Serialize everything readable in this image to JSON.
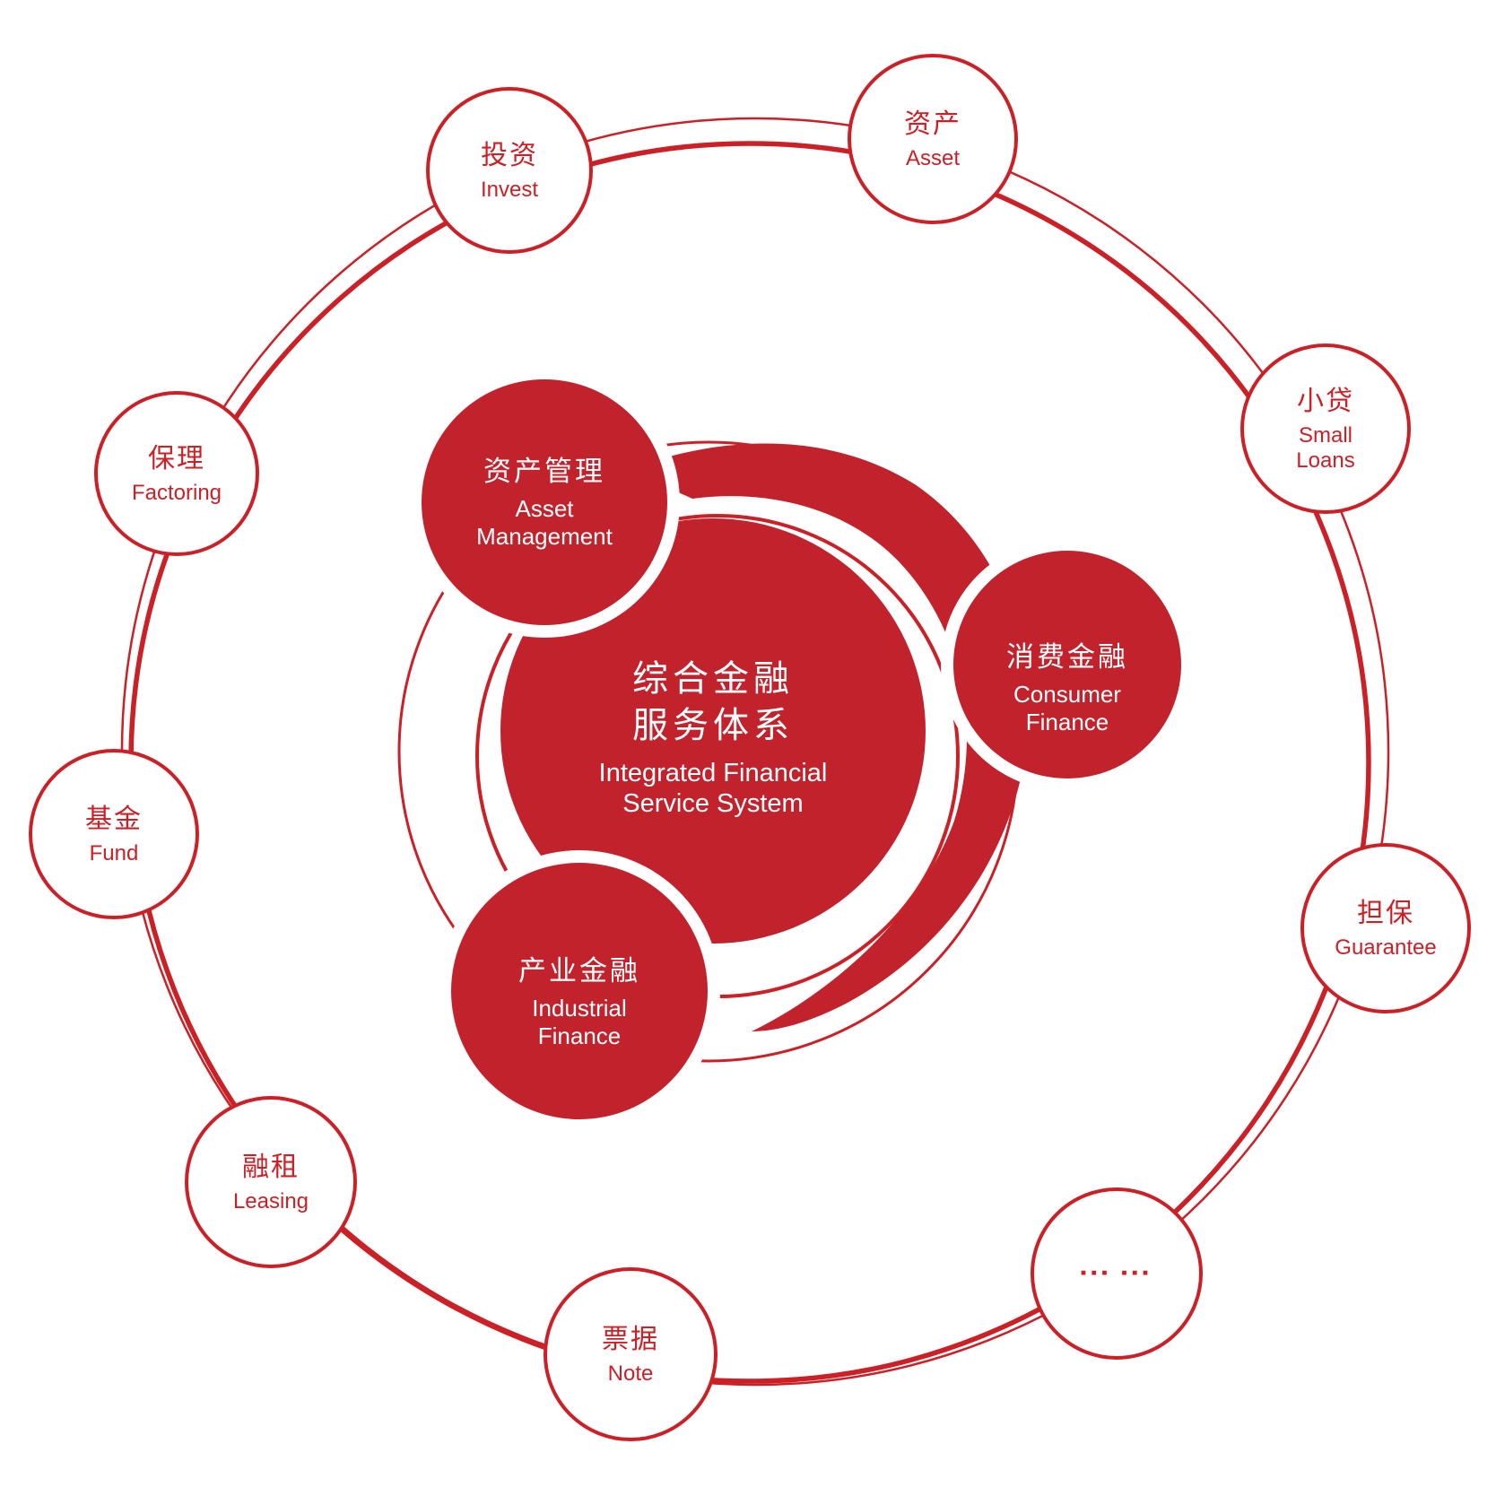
{
  "colors": {
    "fill_red": "#C2222B",
    "line_red": "#CC2027",
    "background": "#FFFFFF",
    "text_on_red": "#FFFFFF"
  },
  "center": {
    "title_zh_line1": "综合金融",
    "title_zh_line2": "服务体系",
    "title_en_line1": "Integrated Financial",
    "title_en_line2": "Service System"
  },
  "inner_satellites": [
    {
      "id": "asset-management",
      "zh": "资产管理",
      "en_lines": [
        "Asset",
        "Management"
      ]
    },
    {
      "id": "consumer-finance",
      "zh": "消费金融",
      "en_lines": [
        "Consumer",
        "Finance"
      ]
    },
    {
      "id": "industrial-finance",
      "zh": "产业金融",
      "en_lines": [
        "Industrial",
        "Finance"
      ]
    }
  ],
  "outer_nodes": [
    {
      "id": "invest",
      "zh": "投资",
      "en_lines": [
        "Invest"
      ]
    },
    {
      "id": "asset",
      "zh": "资产",
      "en_lines": [
        "Asset"
      ]
    },
    {
      "id": "small-loans",
      "zh": "小贷",
      "en_lines": [
        "Small",
        "Loans"
      ]
    },
    {
      "id": "guarantee",
      "zh": "担保",
      "en_lines": [
        "Guarantee"
      ]
    },
    {
      "id": "more",
      "zh": "",
      "en_lines": [],
      "dots": "▪▪▪ ▪▪▪"
    },
    {
      "id": "note",
      "zh": "票据",
      "en_lines": [
        "Note"
      ]
    },
    {
      "id": "leasing",
      "zh": "融租",
      "en_lines": [
        "Leasing"
      ]
    },
    {
      "id": "fund",
      "zh": "基金",
      "en_lines": [
        "Fund"
      ]
    },
    {
      "id": "factoring",
      "zh": "保理",
      "en_lines": [
        "Factoring"
      ]
    }
  ]
}
